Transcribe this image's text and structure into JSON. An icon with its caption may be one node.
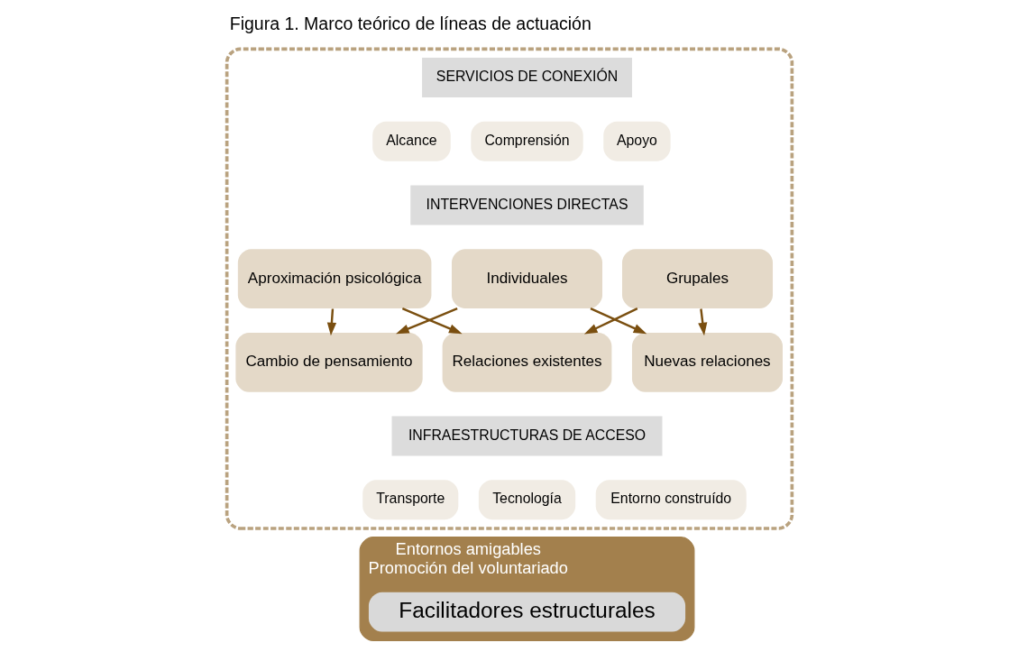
{
  "diagram": {
    "title": "Figura 1. Marco teórico de líneas de actuación",
    "nodes": [
      {
        "text": [],
        "shape": "ellipse"
      },
      {
        "text": [
          "SERVICIOS DE CONEXIÓN"
        ],
        "in": 0
      },
      {
        "text": [
          "Alcance"
        ],
        "in": 0
      },
      {
        "text": [
          "Comprensión"
        ],
        "in": 0
      },
      {
        "text": [
          "Apoyo"
        ],
        "in": 0
      },
      {
        "text": [
          "INTERVENCIONES DIRECTAS"
        ],
        "in": 0
      },
      {
        "text": [
          "Aproximación psicológica"
        ],
        "in": 0
      },
      {
        "text": [
          "Individuales"
        ],
        "in": 0
      },
      {
        "text": [
          "Grupales"
        ],
        "in": 0
      },
      {
        "text": [
          "Cambio de pensamiento"
        ],
        "in": 0
      },
      {
        "text": [
          "Relaciones existentes"
        ],
        "in": 0
      },
      {
        "text": [
          "Nuevas relaciones"
        ],
        "in": 0
      },
      {
        "text": [
          "INFRAESTRUCTURAS DE ACCESO"
        ],
        "in": 0
      },
      {
        "text": [
          "Transporte"
        ],
        "in": 0
      },
      {
        "text": [
          "Tecnología"
        ],
        "in": 0
      },
      {
        "text": [
          "Entorno construído"
        ],
        "in": 0
      },
      {
        "text": [
          "Entornos amigables",
          "Promoción del voluntariado"
        ]
      },
      {
        "text": [
          "Facilitadores estructurales"
        ],
        "in": 16
      }
    ],
    "edges": [
      {
        "from": 6,
        "to": 9,
        "arrow": "to"
      },
      {
        "from": 6,
        "to": 10,
        "arrow": "to"
      },
      {
        "from": 7,
        "to": 9,
        "arrow": "to"
      },
      {
        "from": 7,
        "to": 11,
        "arrow": "to"
      },
      {
        "from": 8,
        "to": 10,
        "arrow": "to"
      },
      {
        "from": 8,
        "to": 11,
        "arrow": "to"
      }
    ]
  }
}
